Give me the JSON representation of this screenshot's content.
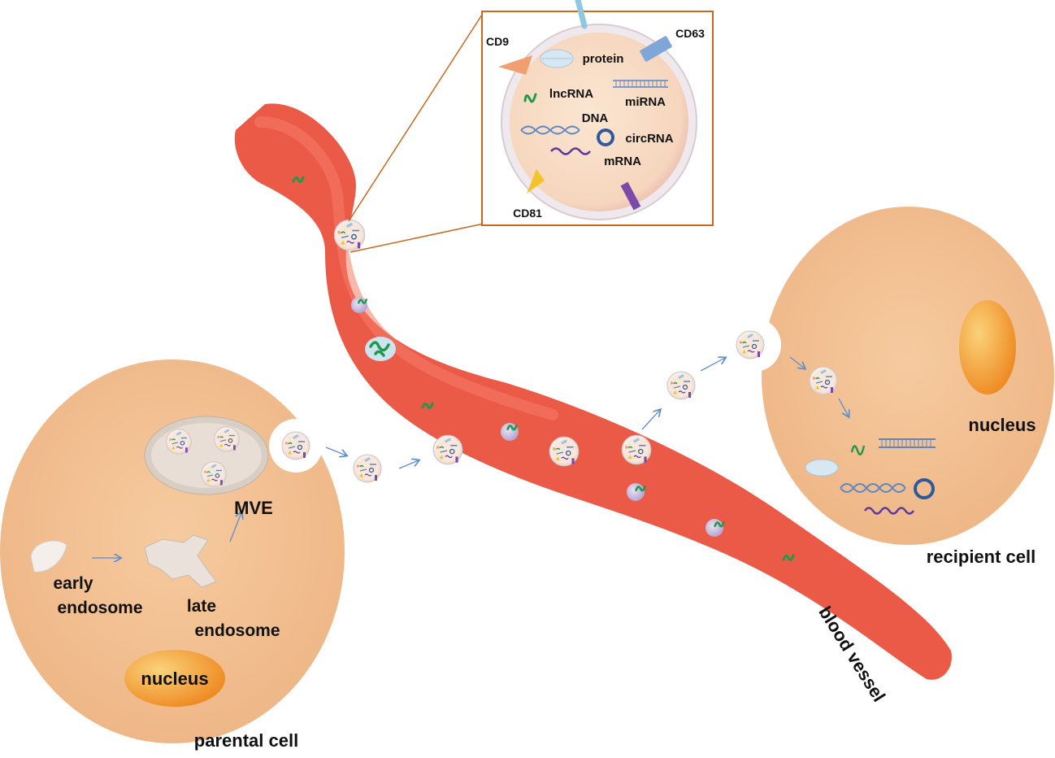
{
  "labels": {
    "protein": "protein",
    "cd9": "CD9",
    "cd63": "CD63",
    "cd81": "CD81",
    "lncrna": "lncRNA",
    "mirna": "miRNA",
    "dna": "DNA",
    "circrna": "circRNA",
    "mrna": "mRNA",
    "mve": "MVE",
    "early_endosome": [
      "early",
      "endosome"
    ],
    "late_endosome": [
      "late",
      "endosome"
    ],
    "nucleus_parental": "nucleus",
    "parental_cell": "parental cell",
    "nucleus_recipient": "nucleus",
    "recipient_cell": "recipient cell",
    "blood_vessel": "blood vessel"
  },
  "colors": {
    "vessel": "#ea5a47",
    "cell": "#f2bc8c",
    "nucleus": "#f0962a",
    "inset_border": "#c8691e",
    "arrow": "#5b8fd0",
    "lncrna": "#1f9a4b",
    "mrna": "#5b3a9e",
    "dna": "#5a86c4",
    "circrna": "#2e5a9c",
    "cd9": "#f0a070",
    "cd63": "#7fa6d8",
    "cd81": "#f2c42a"
  }
}
